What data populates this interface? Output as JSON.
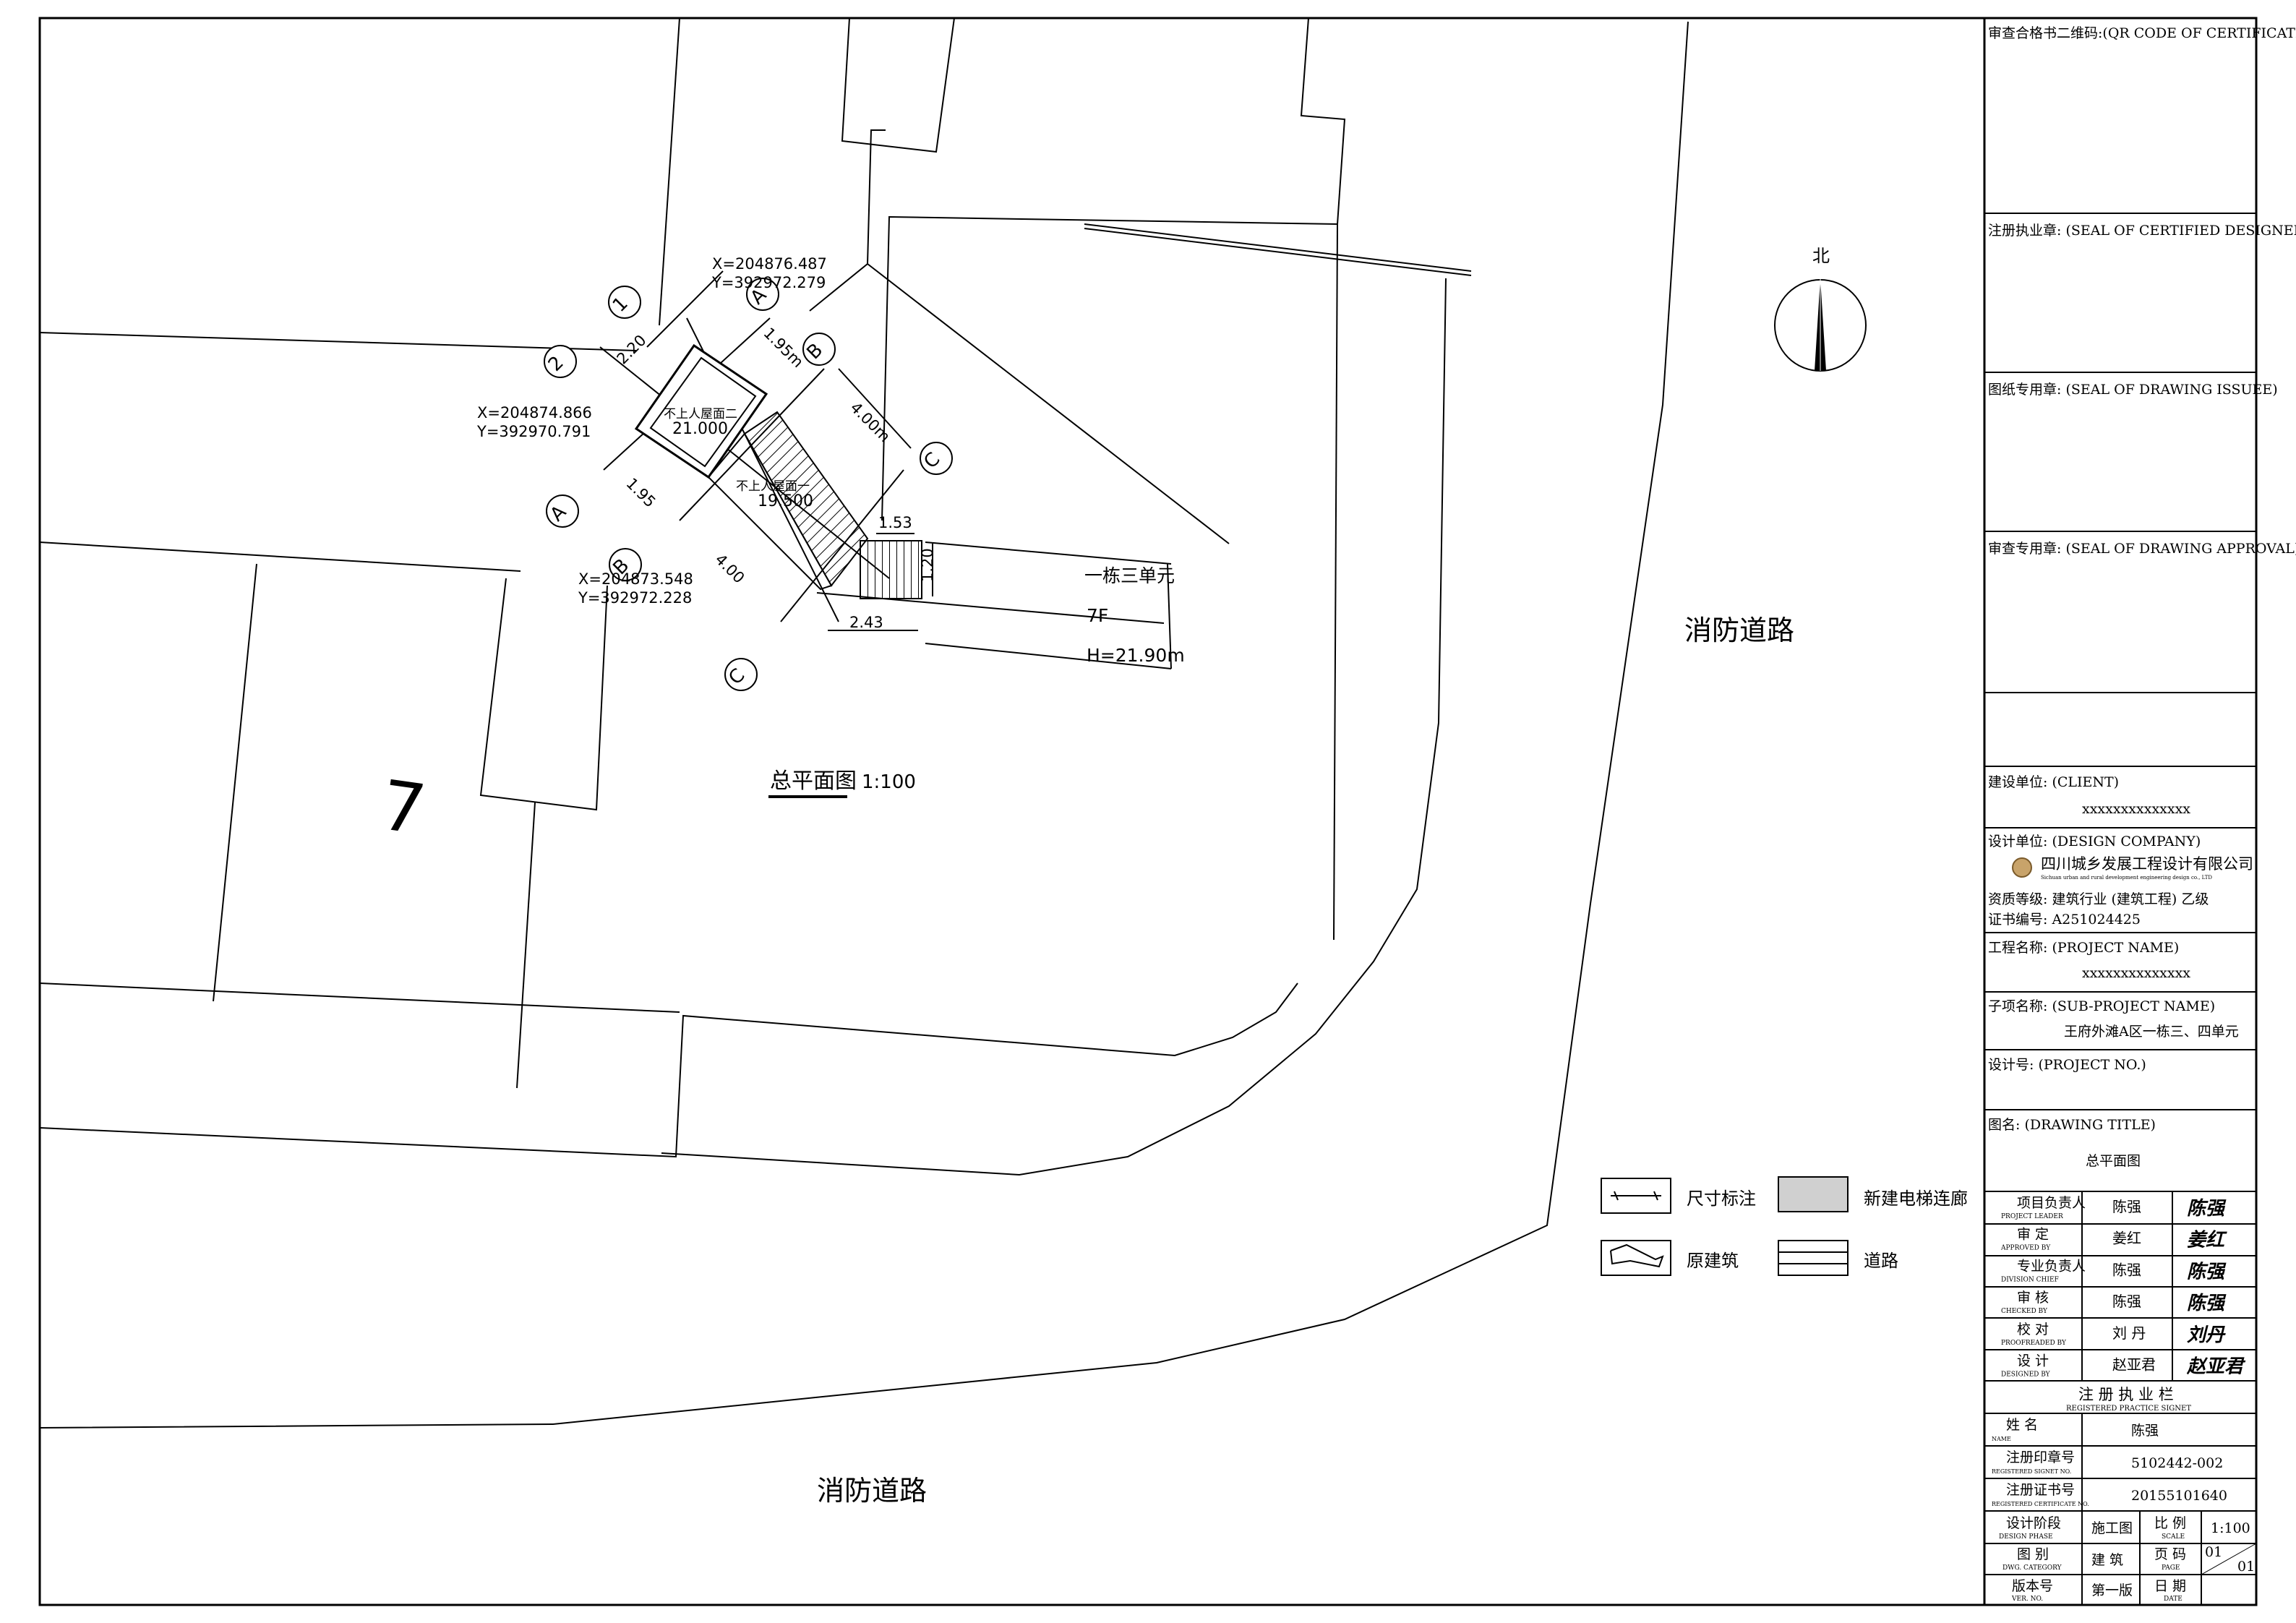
{
  "drawing": {
    "title": "总平面图",
    "scale": "1:100",
    "north_label": "北",
    "road_label_right": "消防道路",
    "road_label_bottom": "消防道路",
    "building_label": "一栋三单元",
    "building_floors": "7F",
    "building_height": "H=21.90m",
    "roof_1_label": "不上人屋面二",
    "roof_1_elev": "21.000",
    "roof_2_label": "不上人屋面一",
    "roof_2_elev": "19.500",
    "coord_1_x": "X=204876.487",
    "coord_1_y": "Y=392972.279",
    "coord_2_x": "X=204874.866",
    "coord_2_y": "Y=392970.791",
    "coord_3_x": "X=204873.548",
    "coord_3_y": "Y=392972.228",
    "dim_220": "2.20",
    "dim_195m": "1.95m",
    "dim_400m": "4.00m",
    "dim_195": "1.95",
    "dim_400": "4.00",
    "dim_153": "1.53",
    "dim_120": "1.20",
    "dim_243": "2.43",
    "dim_7": "7",
    "axis_1": "1",
    "axis_2": "2",
    "axis_a": "A",
    "axis_a2": "A",
    "axis_b": "B",
    "axis_b2": "B",
    "axis_c": "C",
    "axis_c2": "C"
  },
  "legend": {
    "dimension": "尺寸标注",
    "existing_building": "原建筑",
    "new_corridor": "新建电梯连廊",
    "road": "道路"
  },
  "title_block": {
    "qr_code": "审查合格书二维码:(QR CODE OF CERTIFICATION)",
    "seal_designer": "注册执业章:  (SEAL OF CERTIFIED DESIGNER)",
    "seal_issuee": "图纸专用章:  (SEAL OF DRAWING ISSUEE)",
    "seal_approval": "审查专用章:  (SEAL OF DRAWING APPROVAL)",
    "client_label": "建设单位:  (CLIENT)",
    "client_value": "xxxxxxxxxxxxxx",
    "design_company_label": "设计单位:  (DESIGN COMPANY)",
    "design_company_name": "四川城乡发展工程设计有限公司",
    "design_company_en": "Sichuan urban and rural development engineering design co., LTD",
    "qualification": "资质等级:  建筑行业  (建筑工程)  乙级",
    "certificate": "证书编号:  A251024425",
    "project_name_label": "工程名称:  (PROJECT NAME)",
    "project_name_value": "xxxxxxxxxxxxxx",
    "sub_project_label": "子项名称:  (SUB-PROJECT NAME)",
    "sub_project_value": "王府外滩A区一栋三、四单元",
    "project_no_label": "设计号:  (PROJECT NO.)",
    "drawing_title_label": "图名:  (DRAWING TITLE)",
    "drawing_title_value": "总平面图",
    "roles": [
      {
        "cn": "项目负责人",
        "en": "PROJECT LEADER",
        "name": "陈强",
        "sign": "陈强"
      },
      {
        "cn": "审    定",
        "en": "APPROVED BY",
        "name": "姜红",
        "sign": "姜红"
      },
      {
        "cn": "专业负责人",
        "en": "DIVISION CHIEF",
        "name": "陈强",
        "sign": "陈强"
      },
      {
        "cn": "审    核",
        "en": "CHECKED BY",
        "name": "陈强",
        "sign": "陈强"
      },
      {
        "cn": "校    对",
        "en": "PROOFREADED BY",
        "name": "刘  丹",
        "sign": "刘丹"
      },
      {
        "cn": "设    计",
        "en": "DESIGNED BY",
        "name": "赵亚君",
        "sign": "赵亚君"
      }
    ],
    "signet_title_cn": "注 册 执 业 栏",
    "signet_title_en": "REGISTERED PRACTICE SIGNET",
    "reg_rows": [
      {
        "cn": "姓    名",
        "en": "NAME",
        "value": "陈强"
      },
      {
        "cn": "注册印章号",
        "en": "REGISTERED SIGNET NO.",
        "value": "5102442-002"
      },
      {
        "cn": "注册证书号",
        "en": "REGISTERED CERTIFICATE NO.",
        "value": "20155101640"
      }
    ],
    "phase_cn": "设计阶段",
    "phase_en": "DESIGN PHASE",
    "phase_value": "施工图",
    "scale_cn": "比    例",
    "scale_en": "SCALE",
    "scale_value": "1:100",
    "category_cn": "图    别",
    "category_en": "DWG. CATEGORY",
    "category_value": "建    筑",
    "page_cn": "页    码",
    "page_en": "PAGE",
    "page_value_1": "01",
    "page_value_2": "01",
    "version_cn": "版本号",
    "version_en": "VER. NO.",
    "version_value": "第一版",
    "date_cn": "日    期",
    "date_en": "DATE",
    "date_value": ""
  }
}
